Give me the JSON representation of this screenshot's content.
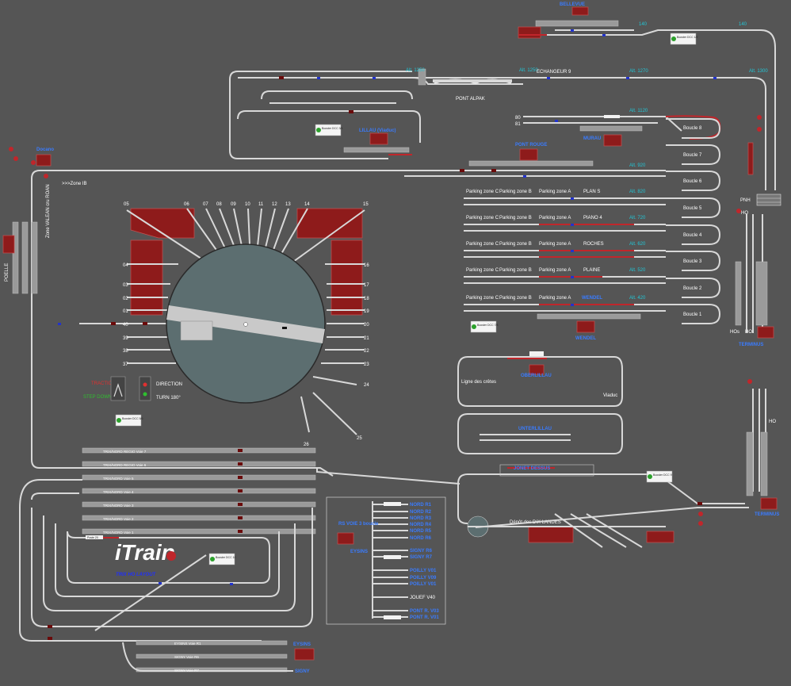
{
  "app": {
    "logo": "iTrain",
    "layout_name": "TRIX HO LAYOUT"
  },
  "colors": {
    "background": "#555555",
    "track": "#d8d8d8",
    "occupied_track": "#c0262b",
    "label_cyan": "#22c6d6",
    "label_blue": "#3a7cff",
    "station_red": "#8e1b1b",
    "turntable_pit": "#5c6e70"
  },
  "stations": {
    "bellevue": "BELLEVUE",
    "echangeur": "ECHANGEUR 9",
    "pont_alpak": "PONT ALPAK",
    "lillau": "LILLAU (Viaduc)",
    "murau": "MURAU",
    "pont_rouge": "PONT ROUGE",
    "docano": "Docano",
    "zone_ib": ">>>Zone IB",
    "boisin_side": "Zone VALEAN\ncru ROAN",
    "poelle": "POELLE",
    "wendel": "WENDEL",
    "pnh": "PNH",
    "terminus_top": "TERMINUS",
    "terminus_bottom": "TERMINUS",
    "oberlillau": "OBERLILLAU",
    "unterlillau": "UNTERLILLAU",
    "ligne_crete": "Ligne\ndes crêtes",
    "viaduc": "Viaduc",
    "jonet_dessus": "JONET DESSUS",
    "depot": "Dépôt des DIX LANDES",
    "eysins": "EYSINS",
    "signy": "SIGNY",
    "eysins_left": "EYSINS",
    "rs_voie": "RS VOIE 3 boucle"
  },
  "altitudes": {
    "a140a": "140",
    "a140b": "140",
    "alt1250a": "Alt. 1250",
    "alt1250b": "Alt. 1250",
    "alt1270": "Alt. 1270",
    "alt1300": "Alt. 1300",
    "alt1120": "Alt. 1120",
    "alt920": "Alt. 920",
    "alt820": "Alt. 820",
    "alt720": "Alt. 720",
    "alt620": "Alt. 620",
    "alt520": "Alt. 520",
    "alt420": "Alt. 420"
  },
  "parking_rows": [
    {
      "name": "PLAN S",
      "c": "Parking zone C",
      "b": "Parking zone B",
      "a": "Parking zone A"
    },
    {
      "name": "PIANO 4",
      "c": "Parking zone C",
      "b": "Parking zone B",
      "a": "Parking zone A"
    },
    {
      "name": "ROCHES",
      "c": "Parking zone C",
      "b": "Parking zone B",
      "a": "Parking zone A"
    },
    {
      "name": "PLAINE",
      "c": "Parking zone C",
      "b": "Parking zone B",
      "a": "Parking zone A"
    },
    {
      "name": "WENDEL",
      "c": "Parking zone C",
      "b": "Parking zone B",
      "a": "Parking zone A"
    }
  ],
  "loops": [
    "Boucle 8",
    "Boucle 7",
    "Boucle 6",
    "Boucle 5",
    "Boucle 4",
    "Boucle 3",
    "Boucle 2",
    "Boucle 1"
  ],
  "turntable": {
    "top_numbers": [
      "05",
      "06",
      "07",
      "08",
      "09",
      "10",
      "11",
      "12",
      "13",
      "14",
      "15"
    ],
    "left_numbers": [
      "04",
      "03",
      "02",
      "01",
      "40",
      "39",
      "38",
      "37"
    ],
    "right_numbers": [
      "16",
      "17",
      "18",
      "19",
      "20",
      "21",
      "22",
      "23",
      "24"
    ],
    "bottom_numbers": [
      "26",
      "25"
    ],
    "controls": {
      "traction": "TRACTION",
      "stop_down": "STEP DOWN",
      "direction": "DIRECTION",
      "turn": "TURN 180°"
    }
  },
  "storage_tracks": [
    "TRIX/NORD REGIO Voie 7",
    "TRIX/NORD REGIO Voie 6",
    "TRIX/NORD Voie 5",
    "TRIX/NORD Voie 4",
    "TRIX/NORD Voie 3",
    "TRIX/NORD Voie 2",
    "TRIX/NORD Voie 1"
  ],
  "yard_tracks": [
    "EYSINS Voie R1",
    "SIGNY Voie R6",
    "SIGNY Voie R7"
  ],
  "fiddle_list": [
    "NORD R1",
    "NORD R2",
    "NORD R3",
    "NORD R4",
    "NORD R5",
    "NORD R6",
    "SIGNY R6",
    "SIGNY R7",
    "POILLY V01",
    "POILLY V09",
    "POILLY V01",
    "JOUEF V40",
    "PONT R. V03",
    "PONT R. V01"
  ],
  "dcc_labels": [
    "Booster\nDCC 1/2",
    "Booster\nDCC 3/4",
    "Booster\nDCC 5/6",
    "Booster\nDCC 7/8",
    "Booster\nDCC 9",
    "Booster\nDCC 10"
  ],
  "misc": {
    "ho_top": "HO",
    "ho_bottom": "HO",
    "hos": "HOs",
    "h0_right": "HO",
    "poste": "Poste 20"
  }
}
